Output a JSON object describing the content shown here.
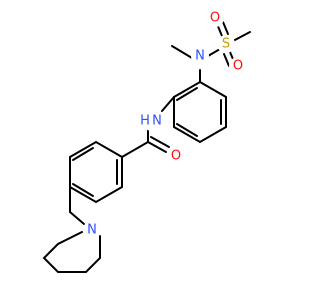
{
  "molecule": {
    "atoms": {
      "n_sulfonamide": {
        "label": "N",
        "color": "#3050F8"
      },
      "s_sulfonyl": {
        "label": "S",
        "color": "#C8A000"
      },
      "o_sulfonyl_top": {
        "label": "O",
        "color": "#FF0D0D"
      },
      "o_sulfonyl_bottom": {
        "label": "O",
        "color": "#FF0D0D"
      },
      "nh_amide": {
        "label": "N",
        "color": "#3050F8"
      },
      "h_amide": {
        "label": "H",
        "color": "#3050F8"
      },
      "o_carbonyl": {
        "label": "O",
        "color": "#FF0D0D"
      },
      "n_piperidine": {
        "label": "N",
        "color": "#3050F8"
      }
    }
  }
}
